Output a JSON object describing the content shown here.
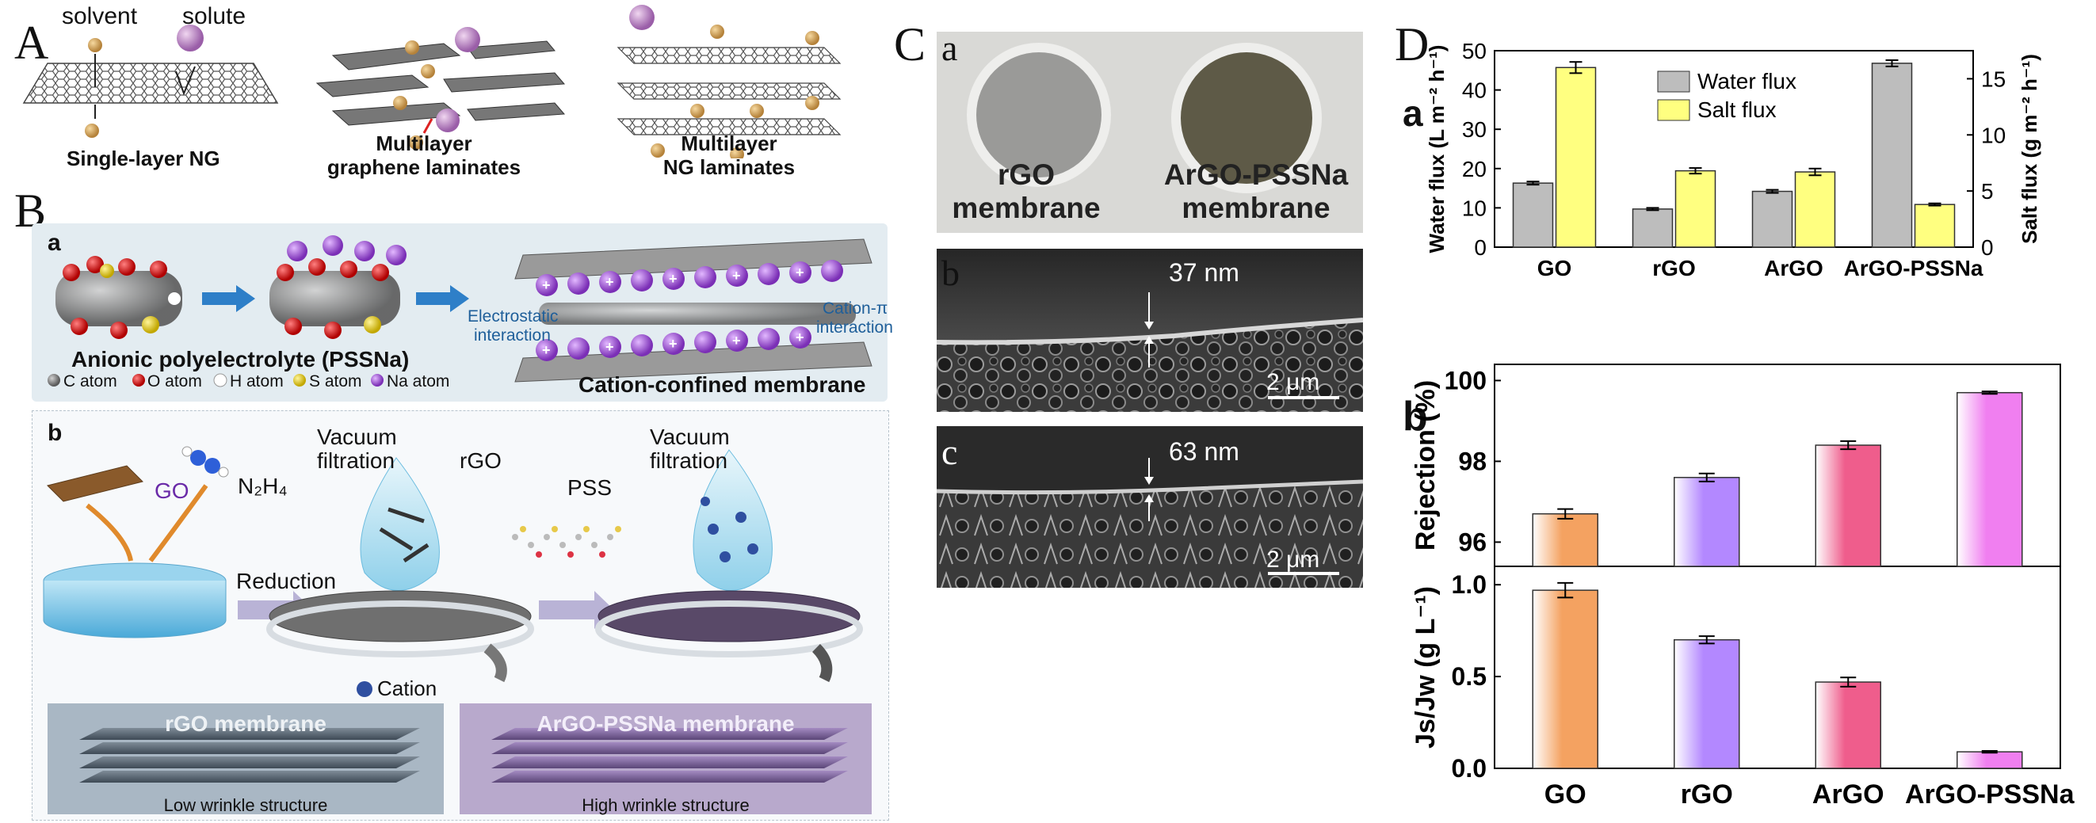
{
  "panelA": {
    "label": "A",
    "solvent": "solvent",
    "solute": "solute",
    "cap1": "Single-layer NG",
    "cap2_l1": "Multilayer",
    "cap2_l2": "graphene laminates",
    "cap3_l1": "Multilayer",
    "cap3_l2": "NG laminates"
  },
  "panelB": {
    "label": "B",
    "sub_a": "a",
    "sub_b": "b",
    "pssna": "Anionic polyelectrolyte (PSSNa)",
    "legend": [
      "C atom",
      "O atom",
      "H atom",
      "S atom",
      "Na atom"
    ],
    "electrostatic_l1": "Electrostatic",
    "electrostatic_l2": "interaction",
    "cation_pi_l1": "Cation-π",
    "cation_pi_l2": "interaction",
    "confined": "Cation-confined membrane",
    "go": "GO",
    "n2h4": "N₂H₄",
    "reduction": "Reduction",
    "vac1_l1": "Vacuum",
    "vac1_l2": "filtration",
    "rgo": "rGO",
    "pss": "PSS",
    "vac2_l1": "Vacuum",
    "vac2_l2": "filtration",
    "cation": "Cation",
    "rgo_membrane": "rGO membrane",
    "argo_membrane": "ArGO-PSSNa membrane",
    "low_wrinkle": "Low wrinkle structure",
    "high_wrinkle": "High wrinkle structure"
  },
  "panelC": {
    "label": "C",
    "sub_a": "a",
    "sub_b": "b",
    "sub_c": "c",
    "rgo_l1": "rGO",
    "rgo_l2": "membrane",
    "argo_l1": "ArGO-PSSNa",
    "argo_l2": "membrane",
    "thick_b": "37 nm",
    "thick_c": "63 nm",
    "scale_b": "2 μm",
    "scale_c": "2 μm"
  },
  "panelD": {
    "label": "D",
    "sub_a": "a",
    "sub_b": "b",
    "colors": {
      "water": "#bdbdbd",
      "salt": "#ffff80",
      "go": "#f4a261",
      "rgo": "#b388ff",
      "argo": "#ef5d8c",
      "argopss": "#f07ff0"
    }
  },
  "chart_data": [
    {
      "type": "bar",
      "categories": [
        "GO",
        "rGO",
        "ArGO",
        "ArGO-PSSNa"
      ],
      "series": [
        {
          "name": "Water flux",
          "axis": "left",
          "values": [
            16.3,
            9.7,
            14.2,
            46.8
          ],
          "errors": [
            0.4,
            0.3,
            0.4,
            0.8
          ]
        },
        {
          "name": "Salt flux",
          "axis": "right",
          "values": [
            16.0,
            6.8,
            6.7,
            3.8
          ],
          "errors": [
            0.5,
            0.25,
            0.3,
            0.1
          ]
        }
      ],
      "ylabel": "Water flux (L m⁻² h⁻¹)",
      "ylabel_right": "Salt flux (g m⁻² h⁻¹)",
      "ylim": [
        0,
        50
      ],
      "ylim_right": [
        0,
        17.5
      ],
      "yticks": [
        0,
        10,
        20,
        30,
        40,
        50
      ],
      "yticks_right": [
        0,
        5,
        10,
        15
      ]
    },
    {
      "type": "bar",
      "categories": [
        "GO",
        "rGO",
        "ArGO",
        "ArGO-PSSNa"
      ],
      "values": [
        96.7,
        97.6,
        98.4,
        99.7
      ],
      "errors": [
        0.12,
        0.1,
        0.1,
        0.03
      ],
      "ylabel": "Rejection (%)",
      "ylim": [
        95.4,
        100.4
      ],
      "yticks": [
        96,
        98,
        100
      ]
    },
    {
      "type": "bar",
      "categories": [
        "GO",
        "rGO",
        "ArGO",
        "ArGO-PSSNa"
      ],
      "values": [
        0.97,
        0.7,
        0.47,
        0.09
      ],
      "errors": [
        0.04,
        0.02,
        0.025,
        0.005
      ],
      "ylabel": "Js/Jw (g L⁻¹)",
      "ylim": [
        0,
        1.1
      ],
      "yticks": [
        0.0,
        0.5,
        1.0
      ],
      "yticklabels": [
        "0.0",
        "0.5",
        "1.0"
      ]
    }
  ]
}
